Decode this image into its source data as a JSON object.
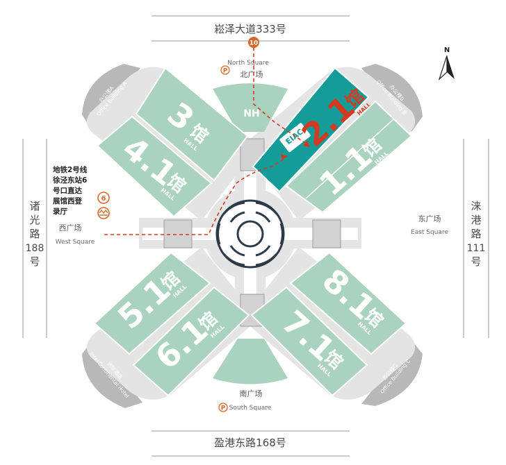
{
  "roads": {
    "north": "崧泽大道333号",
    "south": "盈港东路168号",
    "west": [
      "诸",
      "光",
      "路",
      "188",
      "号"
    ],
    "east": [
      "涞",
      "港",
      "路",
      "111",
      "号"
    ]
  },
  "squares": {
    "north": {
      "cn": "北广场",
      "en": "North Square"
    },
    "south": {
      "cn": "南广场",
      "en": "South Square"
    },
    "west": {
      "cn": "西广场",
      "en": "West Square"
    },
    "east": {
      "cn": "东广场",
      "en": "East Square"
    }
  },
  "halls": {
    "h3": {
      "num": "3",
      "cn": "馆",
      "en": "HALL"
    },
    "h41": {
      "num": "4.1",
      "cn": "馆",
      "en": "HALL"
    },
    "h21": {
      "num": "2.1",
      "cn": "馆",
      "en": "HALL"
    },
    "h11": {
      "num": "1.1",
      "cn": "馆",
      "en": "HALL"
    },
    "h51": {
      "num": "5.1",
      "cn": "馆",
      "en": "HALL"
    },
    "h61": {
      "num": "6.1",
      "cn": "馆",
      "en": "HALL"
    },
    "h71": {
      "num": "7.1",
      "cn": "馆",
      "en": "HALL"
    },
    "h81": {
      "num": "8.1",
      "cn": "馆",
      "en": "HALL"
    }
  },
  "offices": {
    "a": {
      "cn": "办公楼A",
      "en": "Office Building A"
    },
    "b": {
      "cn": "办公楼B",
      "en": "Office Building B"
    },
    "c": {
      "cn": "办公楼C",
      "en": "Office Building C"
    },
    "hotel": {
      "cn": "洲际酒店",
      "en": "InterContinental Hotel"
    }
  },
  "markers": {
    "gate_north": "10",
    "gate_west": "6",
    "parking": "P",
    "nh": "NH"
  },
  "metro": {
    "lines": [
      "地铁2号线",
      "徐泾东站6",
      "号口直达",
      "展馆西登",
      "录厅"
    ]
  },
  "eiac_logo": "EIAC",
  "compass": "N",
  "colors": {
    "hall": "#a9d2bf",
    "hall_highlight": "#139c98",
    "route": "#d23b22",
    "gate": "#d4672a",
    "grey_building": "#b7b7b7"
  }
}
